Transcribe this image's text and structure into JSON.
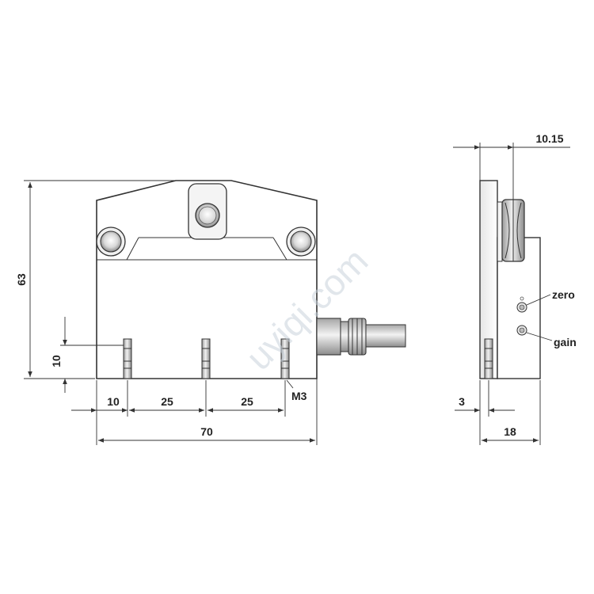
{
  "dimensions": {
    "height_overall": "63",
    "pin_height": "10",
    "pin_offset": "10",
    "pin_spacing_1": "25",
    "pin_spacing_2": "25",
    "width_overall": "70",
    "thread": "M3",
    "side_offset": "10.15",
    "side_pin_offset": "3",
    "depth": "18"
  },
  "labels": {
    "zero": "zero",
    "gain": "gain"
  },
  "watermark": "uyiqi.com"
}
